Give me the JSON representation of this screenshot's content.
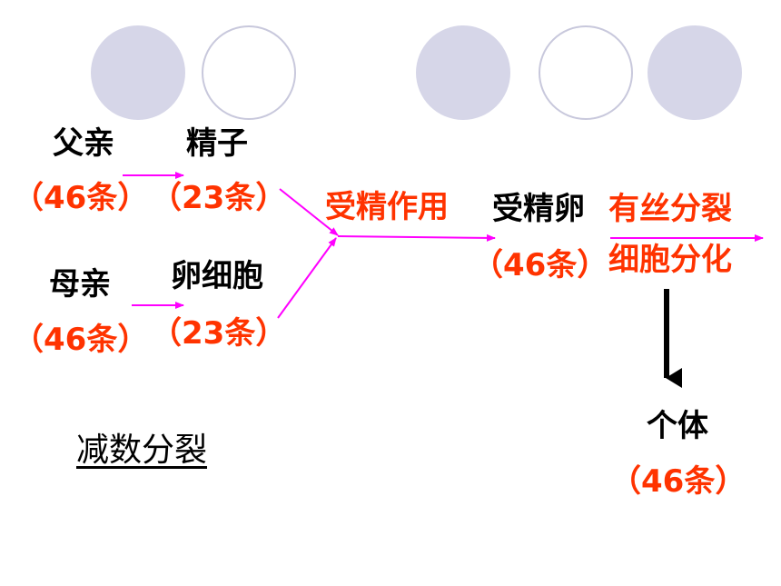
{
  "colors": {
    "accent_red": "#ff3300",
    "arrow_magenta": "#ff00ff",
    "circle_fill": "#d6d6e8",
    "circle_outline": "#c8c8dc"
  },
  "labels": {
    "father": "父亲",
    "father_count": "（46条）",
    "sperm": "精子",
    "sperm_count": "（23条）",
    "mother": "母亲",
    "mother_count": "（46条）",
    "egg": "卵细胞",
    "egg_count": "（23条）",
    "fertilization": "受精作用",
    "zygote": "受精卵",
    "zygote_count": "（46条）",
    "mitosis": "有丝分裂",
    "differentiation": "细胞分化",
    "individual": "个体",
    "individual_count": "（46条）",
    "meiosis": "减数分裂"
  }
}
